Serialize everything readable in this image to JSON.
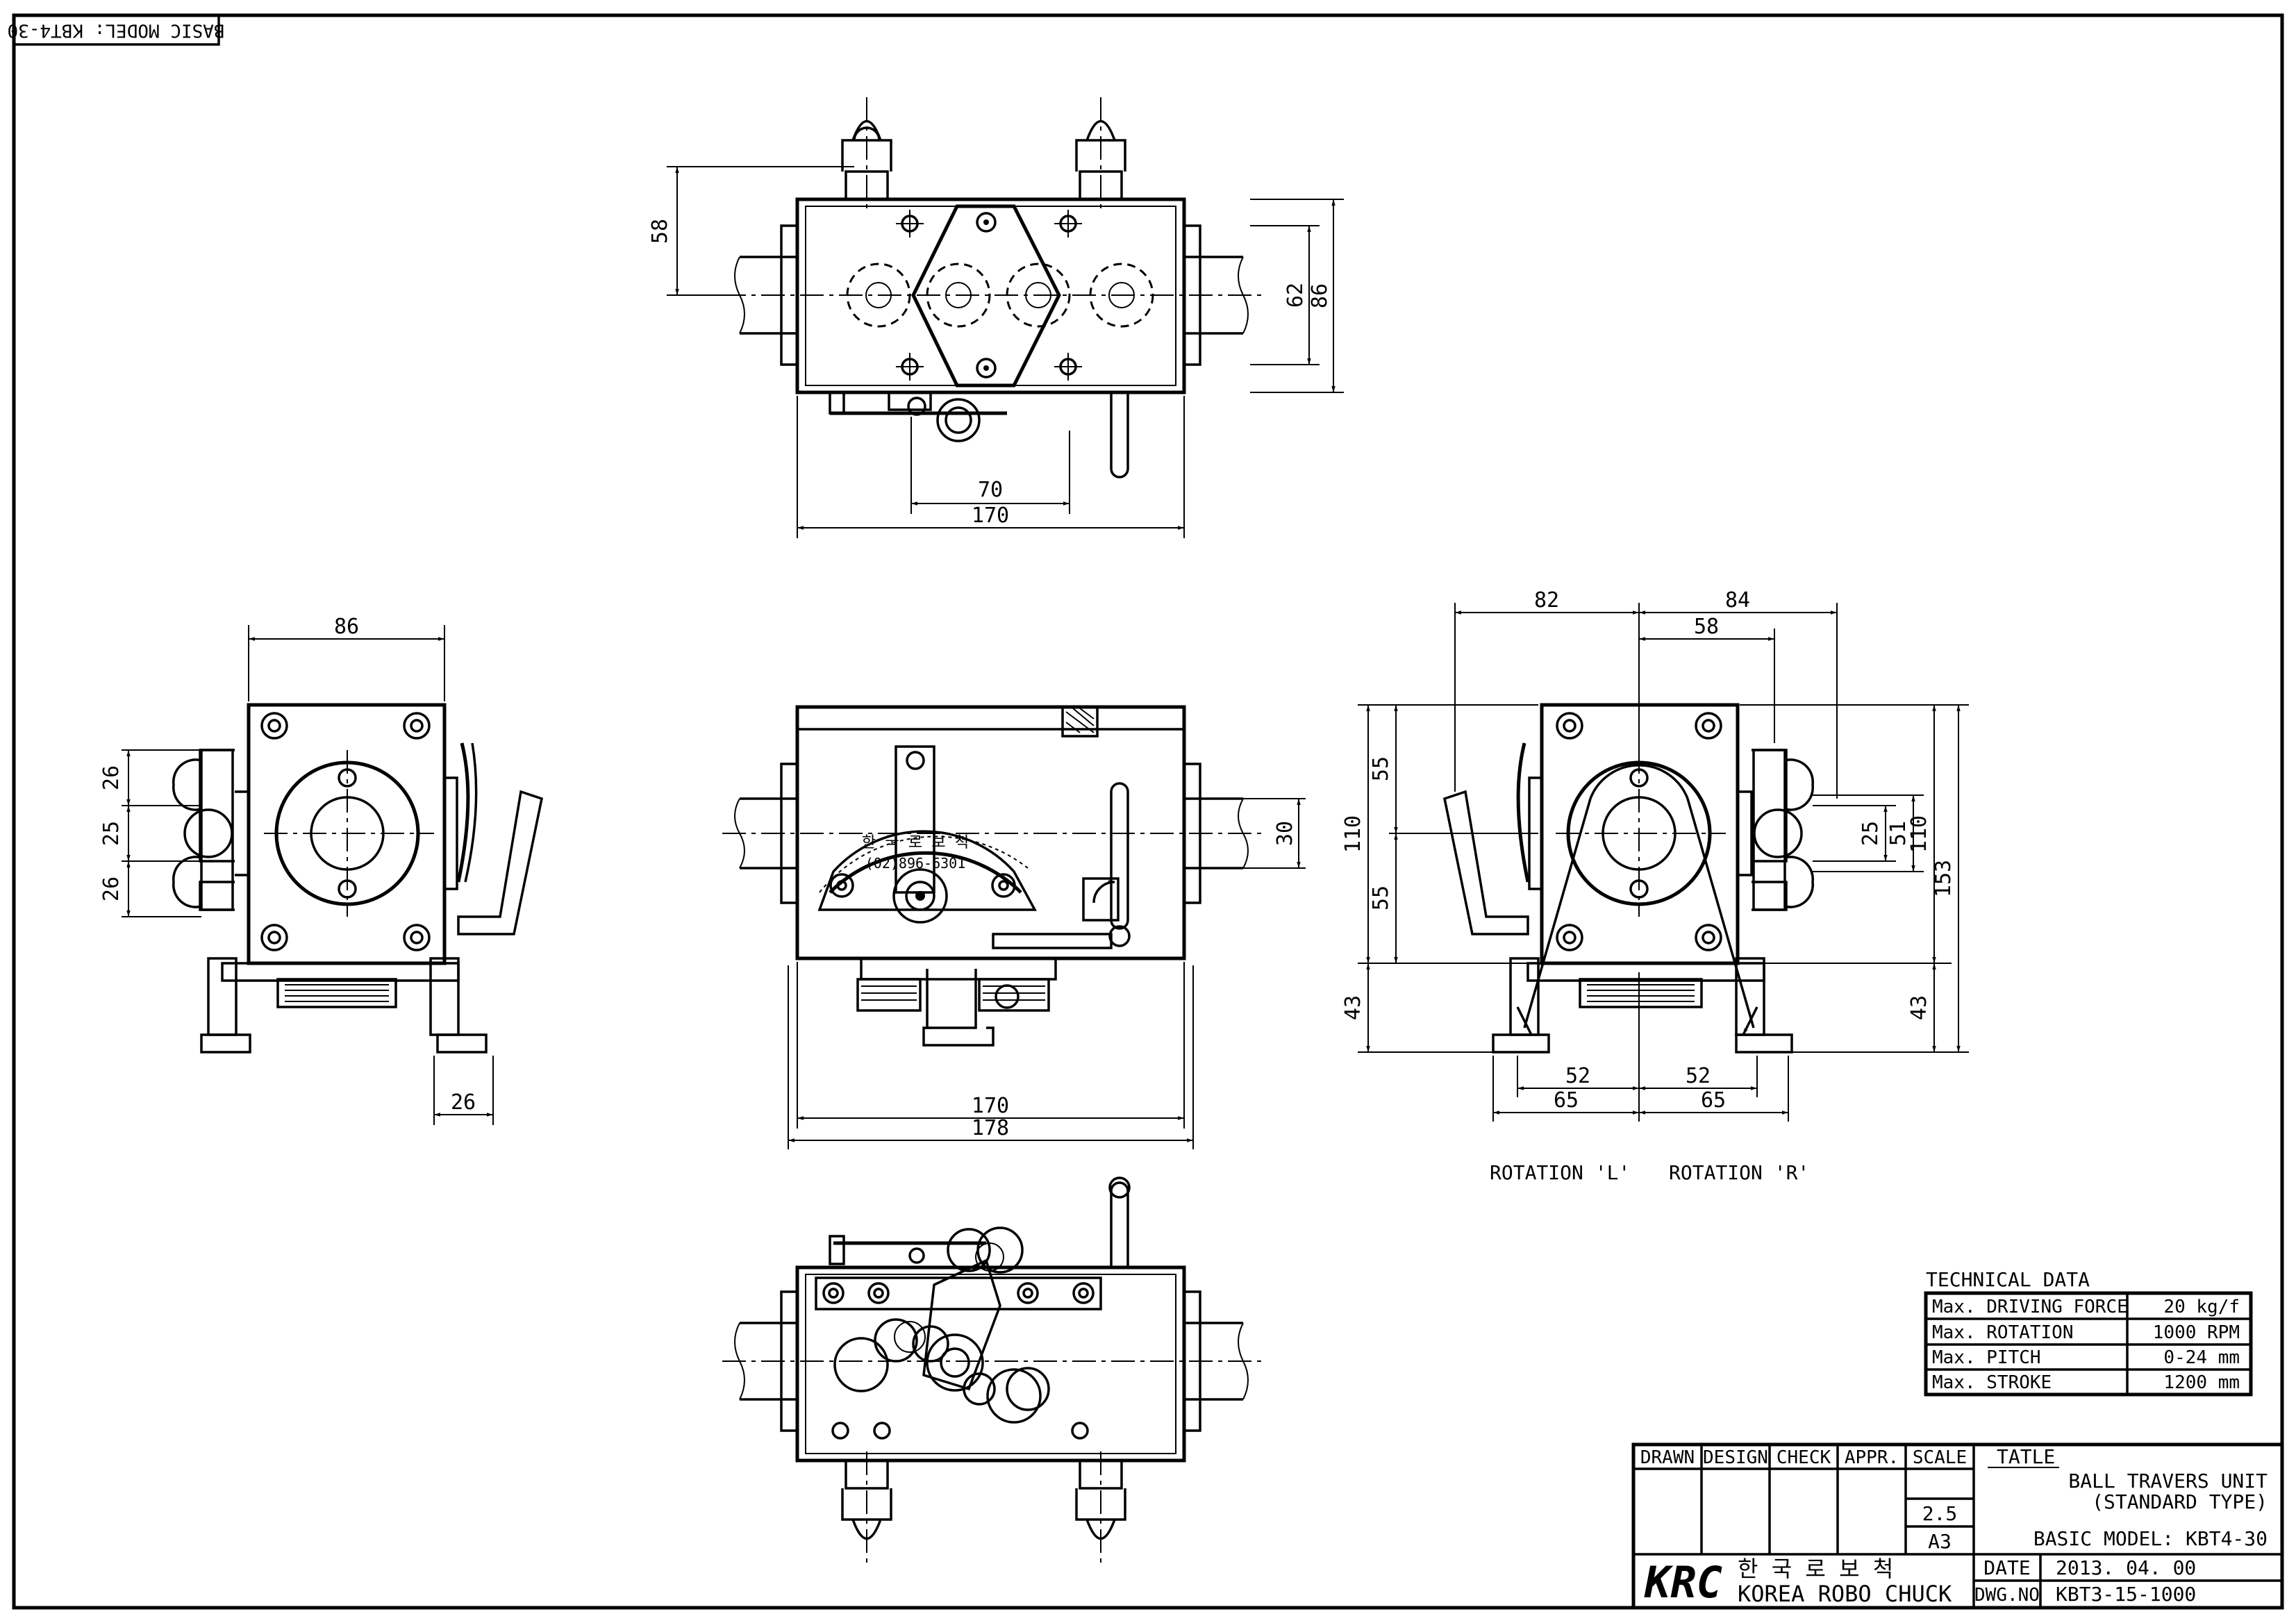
{
  "basic_model_stamp": "BASIC MODEL: KBT4-30",
  "dimensions": {
    "top_view": [
      "58",
      "62",
      "86",
      "70",
      "170"
    ],
    "left_side_view": [
      "86",
      "26",
      "25",
      "26",
      "26"
    ],
    "front_view": [
      "30",
      "170",
      "178"
    ],
    "right_side_view": [
      "82",
      "84",
      "58",
      "110",
      "55",
      "55",
      "43",
      "25",
      "51",
      "110",
      "153",
      "43",
      "52",
      "52",
      "65",
      "65"
    ]
  },
  "rotation_labels": {
    "left": "ROTATION 'L'",
    "right": "ROTATION 'R'"
  },
  "technical_data": {
    "heading": "TECHNICAL DATA",
    "rows": [
      {
        "label": "Max. DRIVING FORCE",
        "value": "20 kg/f"
      },
      {
        "label": "Max. ROTATION",
        "value": "1000 RPM"
      },
      {
        "label": "Max. PITCH",
        "value": "0-24 mm"
      },
      {
        "label": "Max. STROKE",
        "value": "1200 mm"
      }
    ]
  },
  "title_block": {
    "headers": [
      "DRAWN",
      "DESIGN",
      "CHECK",
      "APPR.",
      "SCALE"
    ],
    "scale": "2.5",
    "sheet_size": "A3",
    "tatle_label": "TATLE",
    "title_line1": "BALL TRAVERS UNIT",
    "title_line2": "(STANDARD TYPE)",
    "basic_model": "BASIC MODEL: KBT4-30",
    "company_logo": "KRC",
    "company_korean": "한 국 로 보 척",
    "company_name": "KOREA ROBO CHUCK",
    "date_label": "DATE",
    "date_value": "2013. 04. 00",
    "dwg_label": "DWG.NO",
    "dwg_value": "KBT3-15-1000"
  },
  "dial_markings": {
    "korean_text": "한 국 로 보 척",
    "scale_text": "(02)896-6301"
  }
}
